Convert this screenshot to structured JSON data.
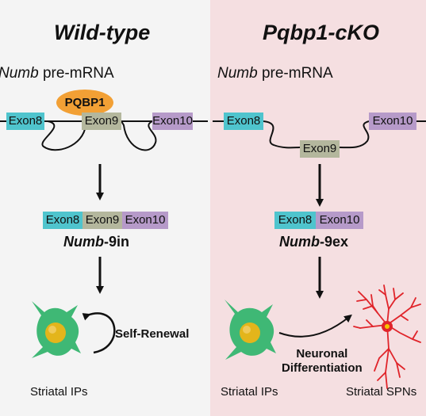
{
  "left_panel": {
    "title": "Wild-type",
    "gene_italic": "Numb",
    "gene_suffix": " pre-mRNA",
    "protein": "PQBP1",
    "exons": [
      "Exon8",
      "Exon9",
      "Exon10"
    ],
    "isoform_italic": "Numb",
    "isoform_suffix": "-9in",
    "process": "Self-Renewal",
    "cell_label": "Striatal IPs"
  },
  "right_panel": {
    "title": "Pqbp1-cKO",
    "gene_italic": "Numb",
    "gene_suffix": " pre-mRNA",
    "exons": [
      "Exon8",
      "Exon9",
      "Exon10"
    ],
    "mrna_exons": [
      "Exon8",
      "Exon10"
    ],
    "isoform_italic": "Numb",
    "isoform_suffix": "-9ex",
    "process_line1": "Neuronal",
    "process_line2": "Differentiation",
    "cell_label_ip": "Striatal IPs",
    "cell_label_spn": "Striatal SPNs"
  },
  "colors": {
    "exon8": "#4fc4cd",
    "exon9": "#b4b79d",
    "exon10": "#b69ac9",
    "pqbp1": "#f2a035",
    "ip_cell": "#3fb875",
    "nucleus": "#e3b51b",
    "neuron": "#e0242a",
    "right_bg": "#f5dfe1"
  }
}
